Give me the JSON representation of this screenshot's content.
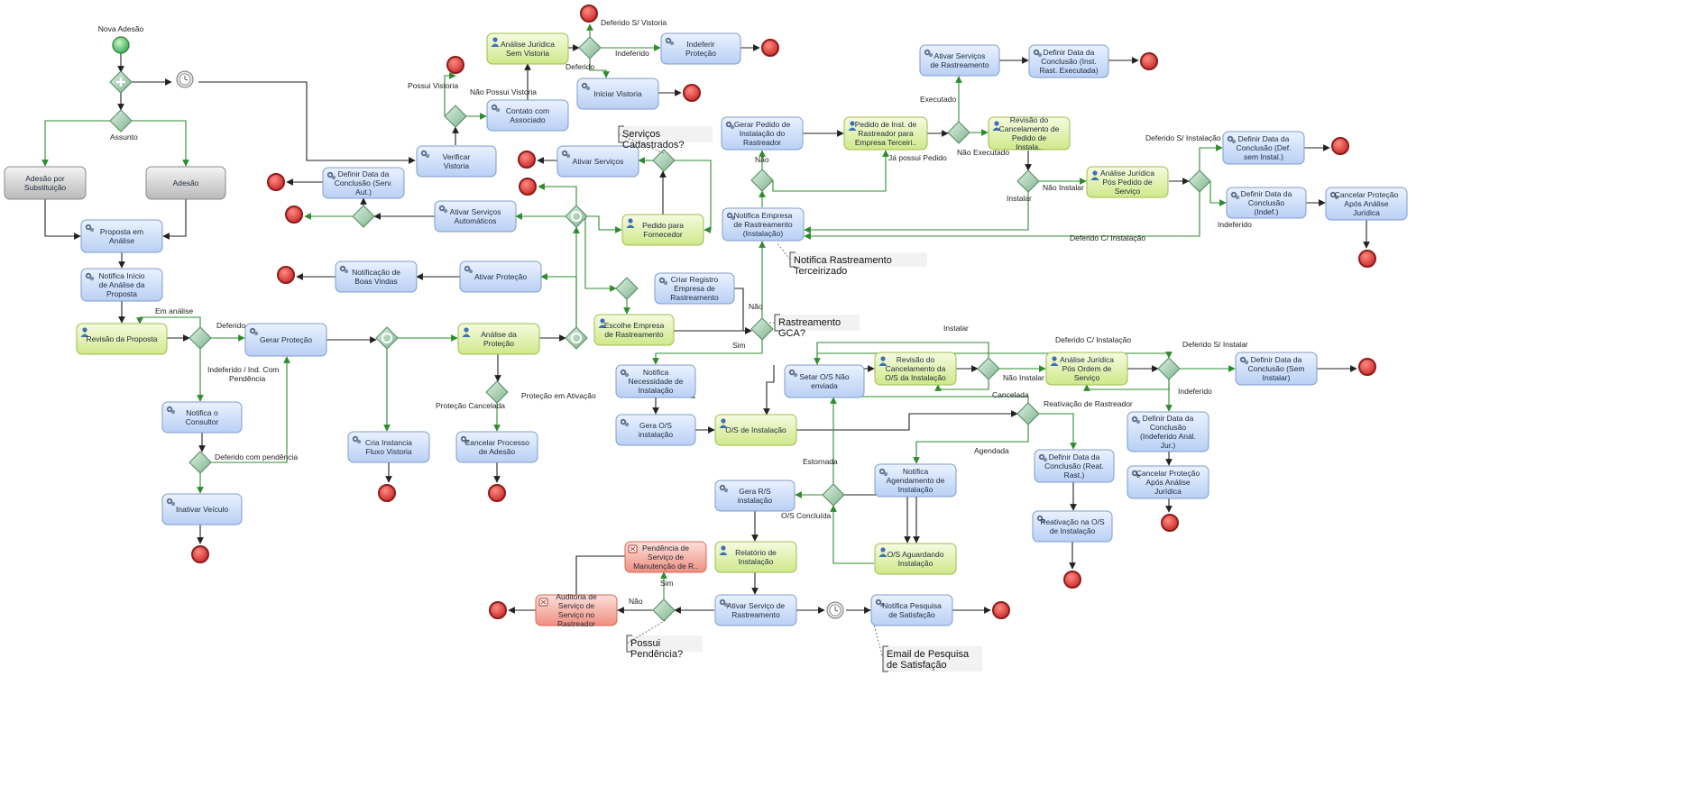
{
  "colors": {
    "task_blue": "#d3e3fb",
    "task_green": "#e2f3b4",
    "task_gray": "#d6d6d6",
    "task_red": "#f7b8ae",
    "gateway": "#8fc7a0",
    "end_event": "#e53935",
    "start_event": "#5fcf5f",
    "flow_green": "#2e8b2e",
    "flow_black": "#222222"
  },
  "start_event": {
    "label": "Nova Adesão",
    "icon": "start-event-icon"
  },
  "tasks": [
    {
      "id": "adesao_substituicao",
      "label": "Adesão  por Substituição",
      "style": "gray"
    },
    {
      "id": "adesao",
      "label": "Adesão",
      "style": "gray"
    },
    {
      "id": "proposta_analise",
      "label": "Proposta em Análise",
      "style": "blue"
    },
    {
      "id": "notifica_inicio",
      "label": "Notifica Início de Análise da Proposta",
      "style": "blue"
    },
    {
      "id": "revisao_proposta",
      "label": "Revisão da Proposta",
      "style": "green"
    },
    {
      "id": "notifica_consultor",
      "label": "Notifica o Consultor",
      "style": "blue"
    },
    {
      "id": "inativar_veiculo",
      "label": "Inativar Veículo",
      "style": "blue"
    },
    {
      "id": "gerar_protecao",
      "label": "Gerar Proteção",
      "style": "blue"
    },
    {
      "id": "cria_instancia",
      "label": "Cria Instancia Fluxo Vistoria",
      "style": "blue"
    },
    {
      "id": "analise_protecao",
      "label": "Análise da Proteção",
      "style": "green"
    },
    {
      "id": "cancelar_processo",
      "label": "Cancelar Processo de Adesão",
      "style": "blue"
    },
    {
      "id": "ativar_protecao",
      "label": "Ativar Proteção",
      "style": "blue"
    },
    {
      "id": "notificacao_boas_vindas",
      "label": "Notificação de Boas Vindas",
      "style": "blue"
    },
    {
      "id": "ativar_servicos_auto",
      "label": "Ativar Serviços Automáticos",
      "style": "blue"
    },
    {
      "id": "definir_data_serv_aut",
      "label": "Definir Data da Conclusão (Serv. Aut.)",
      "style": "blue"
    },
    {
      "id": "verificar_vistoria",
      "label": "Verificar Vistoria",
      "style": "blue"
    },
    {
      "id": "contato_associado",
      "label": "Contato com Associado",
      "style": "blue"
    },
    {
      "id": "analise_juridica_sem_vistoria",
      "label": "Análise Jurídica Sem Vistoria",
      "style": "green"
    },
    {
      "id": "indeferir_protecao",
      "label": "Indeferir Proteção",
      "style": "blue"
    },
    {
      "id": "iniciar_vistoria",
      "label": "Iniciar Vistoria",
      "style": "blue"
    },
    {
      "id": "ativar_servicos",
      "label": "Ativar Serviços",
      "style": "blue"
    },
    {
      "id": "pedido_fornecedor",
      "label": "Pedido para Fornecedor",
      "style": "green"
    },
    {
      "id": "criar_registro",
      "label": "Criar Registro Empresa de Rastreamento",
      "style": "blue"
    },
    {
      "id": "escolhe_empresa",
      "label": "Escolhe Empresa de Rastreamento",
      "style": "green"
    },
    {
      "id": "notifica_empresa_rastr",
      "label": "Notifica Empresa de Rastreamento (Instalação)",
      "style": "blue"
    },
    {
      "id": "gerar_pedido_instalacao",
      "label": "Gerar Pedido de Instalação do Rastreador",
      "style": "blue"
    },
    {
      "id": "pedido_inst_terceiro",
      "label": "Pedido de Inst. de Rastreador para Empresa Terceiri..",
      "style": "green"
    },
    {
      "id": "ativar_servicos_rastr",
      "label": "Ativar Serviços de Rastreamento",
      "style": "blue"
    },
    {
      "id": "definir_data_inst_rast",
      "label": "Definir Data da Conclusão (Inst. Rast. Executada)",
      "style": "blue"
    },
    {
      "id": "revisao_cancelamento_pedido",
      "label": "Revisão do Cancelamento de Pedido de Instala..",
      "style": "green"
    },
    {
      "id": "analise_juridica_pos_pedido",
      "label": "Análise Jurídica Pós Pedido de Serviço",
      "style": "green"
    },
    {
      "id": "definir_data_def_sem_inst",
      "label": "Definir Data da Conclusão (Def. sem Instal.)",
      "style": "blue"
    },
    {
      "id": "definir_data_indef",
      "label": "Definir Data da Conclusão (Indef.)",
      "style": "blue"
    },
    {
      "id": "cancelar_protecao_apos_analise_1",
      "label": "Cancelar Proteção Após Análise Jurídica",
      "style": "blue"
    },
    {
      "id": "notifica_necessidade",
      "label": "Notifica Necessidade de Instalação",
      "style": "blue"
    },
    {
      "id": "gera_os_instalacao",
      "label": "Gera O/S instalação",
      "style": "blue"
    },
    {
      "id": "os_instalacao",
      "label": "O/S de Instalação",
      "style": "green"
    },
    {
      "id": "setar_os_nao_enviada",
      "label": "Setar O/S Não enviada",
      "style": "blue"
    },
    {
      "id": "revisao_cancelamento_os",
      "label": "Revisão do Cancelamento da O/S da Instalação",
      "style": "green"
    },
    {
      "id": "analise_juridica_pos_os",
      "label": "Análise Jurídica Pós Ordem de Serviço",
      "style": "green"
    },
    {
      "id": "definir_data_sem_instalar",
      "label": "Definir Data da Conclusão (Sem Instalar)",
      "style": "blue"
    },
    {
      "id": "definir_data_indef_anal",
      "label": "Definir Data da Conclusão (Indeferido Anál. Jur.)",
      "style": "blue"
    },
    {
      "id": "cancelar_protecao_apos_analise_2",
      "label": "Cancelar Proteção Após Análise Jurídica",
      "style": "blue"
    },
    {
      "id": "definir_data_reat",
      "label": "Definir Data da Conclusão (Reat. Rast.)",
      "style": "blue"
    },
    {
      "id": "reativacao_os",
      "label": "Reativação na O/S de Instalação",
      "style": "blue"
    },
    {
      "id": "notifica_agendamento",
      "label": "Notifica Agendamento de Instalação",
      "style": "blue"
    },
    {
      "id": "os_aguardando",
      "label": "O/S Aguardando Instalação",
      "style": "green"
    },
    {
      "id": "gera_rs",
      "label": "Gera R/S instalação",
      "style": "blue"
    },
    {
      "id": "relatorio_instalacao",
      "label": "Relatório de Instalação",
      "style": "green"
    },
    {
      "id": "ativar_servico_rastr",
      "label": "Ativar Serviço de Rastreamento",
      "style": "blue"
    },
    {
      "id": "notifica_pesquisa",
      "label": "Notifica Pesquisa de Satisfação",
      "style": "blue"
    },
    {
      "id": "pendencia_servico",
      "label": "Pendência de Serviço de Manutenção de R..",
      "style": "red"
    },
    {
      "id": "auditoria_servico",
      "label": "Auditoria de Serviço de Serviço no Rastreador",
      "style": "red"
    }
  ],
  "annotations": [
    {
      "id": "servicos_cadastrados",
      "text": "Serviços Cadastrados?"
    },
    {
      "id": "notifica_rastr_terceirizado",
      "text": "Notifica Rastreamento Terceirizado"
    },
    {
      "id": "rastreamento_gca",
      "text": "Rastreamento GCA?"
    },
    {
      "id": "possui_pendencia",
      "text": "Possui Pendência?"
    },
    {
      "id": "email_pesquisa",
      "text": "Email de Pesquisa de Satisfação"
    }
  ],
  "flow_labels": [
    {
      "id": "assunto",
      "text": "Assunto"
    },
    {
      "id": "em_analise",
      "text": "Em análise"
    },
    {
      "id": "deferido",
      "text": "Deferido"
    },
    {
      "id": "indeferido_pendencia",
      "text": "Indeferido / Ind. Com Pendência"
    },
    {
      "id": "deferido_pendencia",
      "text": "Deferido com pendência"
    },
    {
      "id": "protecao_cancelada",
      "text": "Proteção Cancelada"
    },
    {
      "id": "protecao_ativacao",
      "text": "Proteção em Ativação"
    },
    {
      "id": "possui_vistoria",
      "text": "Possui Vistoria"
    },
    {
      "id": "nao_possui_vistoria",
      "text": "Não Possui Vistoria"
    },
    {
      "id": "deferido_s_vistoria",
      "text": "Deferido S/ Vistoria"
    },
    {
      "id": "indeferido_1",
      "text": "Indeferido"
    },
    {
      "id": "deferido_2",
      "text": "Deferido"
    },
    {
      "id": "nao_1",
      "text": "Não"
    },
    {
      "id": "sim_1",
      "text": "Sim"
    },
    {
      "id": "nao_2",
      "text": "Não"
    },
    {
      "id": "ja_possui_pedido",
      "text": "Já possui Pedido"
    },
    {
      "id": "executado",
      "text": "Executado"
    },
    {
      "id": "nao_executado",
      "text": "Não Executado"
    },
    {
      "id": "instalar_1",
      "text": "Instalar"
    },
    {
      "id": "nao_instalar_1",
      "text": "Não Instalar"
    },
    {
      "id": "deferido_s_instalacao_1",
      "text": "Deferido S/ Instalação"
    },
    {
      "id": "indeferido_2",
      "text": "Indeferido"
    },
    {
      "id": "deferido_c_instalacao_1",
      "text": "Deferido C/ Instalação"
    },
    {
      "id": "instalar_2",
      "text": "Instalar"
    },
    {
      "id": "deferido_c_instalacao_2",
      "text": "Deferido C/ Instalação"
    },
    {
      "id": "deferido_s_instalar",
      "text": "Deferido S/ Instalar"
    },
    {
      "id": "nao_instalar_2",
      "text": "Não Instalar"
    },
    {
      "id": "indeferido_3",
      "text": "Indeferido"
    },
    {
      "id": "cancelada",
      "text": "Cancelada"
    },
    {
      "id": "reativacao_rastreador",
      "text": "Reativação de Rastreador"
    },
    {
      "id": "agendada",
      "text": "Agendada"
    },
    {
      "id": "estornada",
      "text": "Estornada"
    },
    {
      "id": "os_concluida",
      "text": "O/S Concluída"
    },
    {
      "id": "sim_2",
      "text": "Sim"
    },
    {
      "id": "nao_3",
      "text": "Não"
    }
  ]
}
